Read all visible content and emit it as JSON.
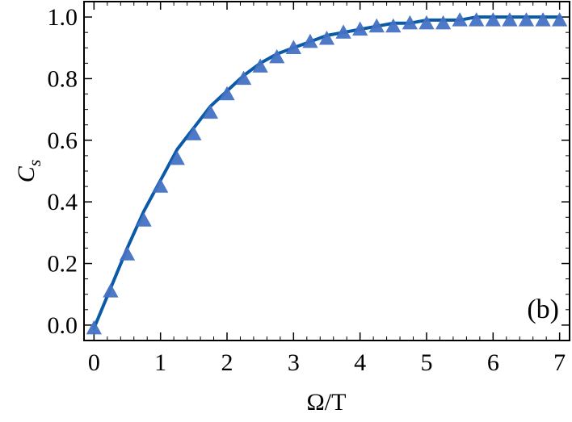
{
  "chart_data": {
    "type": "scatter",
    "title": "",
    "panel_label": "(b)",
    "xlabel": "Ω/T",
    "ylabel": {
      "base": "C",
      "subscript": "s"
    },
    "xlim": [
      -0.15,
      7.15
    ],
    "ylim": [
      -0.05,
      1.05
    ],
    "x_ticks": [
      0,
      1,
      2,
      3,
      4,
      5,
      6,
      7
    ],
    "x_tick_labels": [
      "0",
      "1",
      "2",
      "3",
      "4",
      "5",
      "6",
      "7"
    ],
    "y_ticks": [
      0.0,
      0.2,
      0.4,
      0.6,
      0.8,
      1.0
    ],
    "y_tick_labels": [
      "0.0",
      "0.2",
      "0.4",
      "0.6",
      "0.8",
      "1.0"
    ],
    "grid": false,
    "legend": "none",
    "colors": {
      "markers": "#4472c4",
      "curve": "#0b5aa8",
      "axes": "#000000"
    },
    "series": [
      {
        "kind": "markers",
        "marker": "triangle",
        "x": [
          0.0,
          0.25,
          0.5,
          0.75,
          1.0,
          1.25,
          1.5,
          1.75,
          2.0,
          2.25,
          2.5,
          2.75,
          3.0,
          3.25,
          3.5,
          3.75,
          4.0,
          4.25,
          4.5,
          4.75,
          5.0,
          5.25,
          5.5,
          5.75,
          6.0,
          6.25,
          6.5,
          6.75,
          7.0
        ],
        "y": [
          -0.01,
          0.11,
          0.23,
          0.34,
          0.45,
          0.54,
          0.62,
          0.69,
          0.75,
          0.8,
          0.84,
          0.87,
          0.9,
          0.92,
          0.93,
          0.95,
          0.96,
          0.97,
          0.97,
          0.98,
          0.98,
          0.98,
          0.99,
          0.99,
          0.99,
          0.99,
          0.99,
          0.99,
          0.99
        ]
      },
      {
        "kind": "line",
        "x": [
          0.0,
          0.25,
          0.5,
          0.75,
          1.0,
          1.25,
          1.5,
          1.75,
          2.0,
          2.25,
          2.5,
          2.75,
          3.0,
          3.25,
          3.5,
          3.75,
          4.0,
          4.25,
          4.5,
          4.75,
          5.0,
          5.25,
          5.5,
          5.75,
          6.0,
          6.25,
          6.5,
          6.75,
          7.0
        ],
        "y": [
          -0.01,
          0.12,
          0.25,
          0.37,
          0.47,
          0.57,
          0.64,
          0.71,
          0.76,
          0.81,
          0.85,
          0.88,
          0.9,
          0.92,
          0.94,
          0.95,
          0.96,
          0.97,
          0.98,
          0.98,
          0.99,
          0.99,
          0.99,
          1.0,
          1.0,
          1.0,
          1.0,
          1.0,
          1.0
        ]
      }
    ]
  }
}
